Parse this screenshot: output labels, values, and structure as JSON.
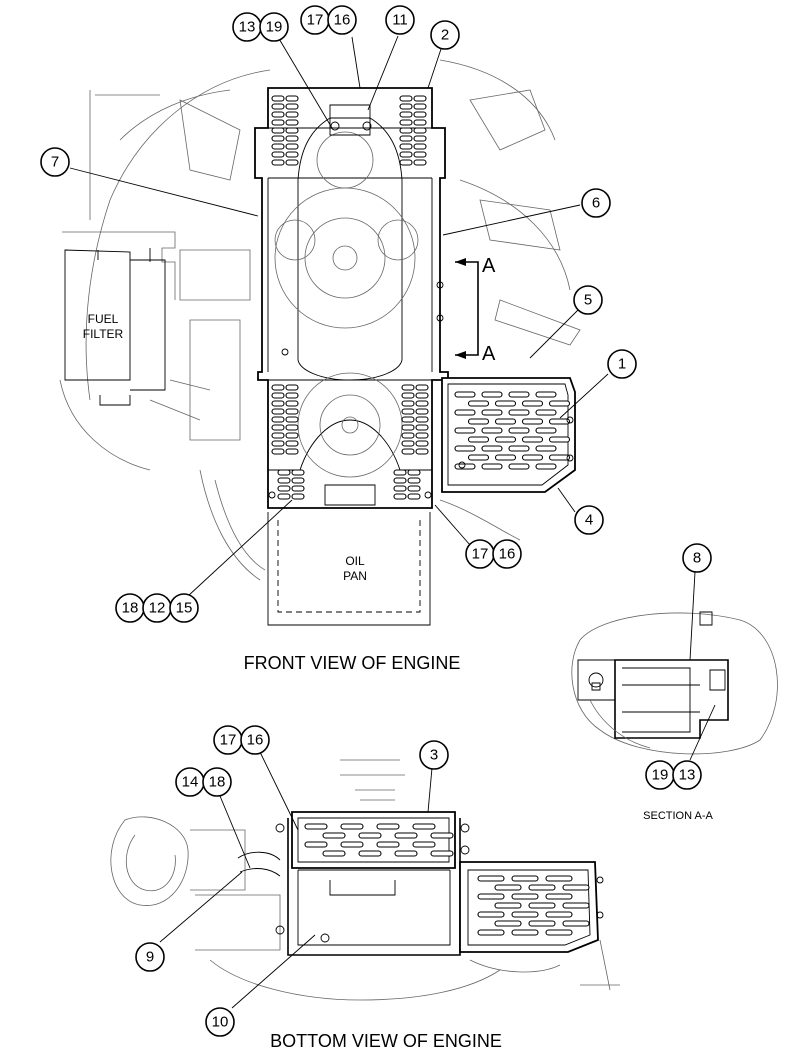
{
  "captions": {
    "front_view": "FRONT VIEW OF ENGINE",
    "bottom_view": "BOTTOM VIEW OF ENGINE",
    "section": "SECTION A-A"
  },
  "labels": {
    "fuel_filter_line1": "FUEL",
    "fuel_filter_line2": "FILTER",
    "oil_pan_line1": "OIL",
    "oil_pan_line2": "PAN",
    "section_mark": "A"
  },
  "callouts": [
    {
      "id": "c-13-top",
      "num": "13"
    },
    {
      "id": "c-19-top",
      "num": "19"
    },
    {
      "id": "c-17-top",
      "num": "17"
    },
    {
      "id": "c-16-top",
      "num": "16"
    },
    {
      "id": "c-11",
      "num": "11"
    },
    {
      "id": "c-2",
      "num": "2"
    },
    {
      "id": "c-7",
      "num": "7"
    },
    {
      "id": "c-6",
      "num": "6"
    },
    {
      "id": "c-5",
      "num": "5"
    },
    {
      "id": "c-1",
      "num": "1"
    },
    {
      "id": "c-4",
      "num": "4"
    },
    {
      "id": "c-17-mid",
      "num": "17"
    },
    {
      "id": "c-16-mid",
      "num": "16"
    },
    {
      "id": "c-18-mid",
      "num": "18"
    },
    {
      "id": "c-12",
      "num": "12"
    },
    {
      "id": "c-15",
      "num": "15"
    },
    {
      "id": "c-8",
      "num": "8"
    },
    {
      "id": "c-19-sec",
      "num": "19"
    },
    {
      "id": "c-13-sec",
      "num": "13"
    },
    {
      "id": "c-17-bot",
      "num": "17"
    },
    {
      "id": "c-16-bot",
      "num": "16"
    },
    {
      "id": "c-3",
      "num": "3"
    },
    {
      "id": "c-14",
      "num": "14"
    },
    {
      "id": "c-18-bot",
      "num": "18"
    },
    {
      "id": "c-9",
      "num": "9"
    },
    {
      "id": "c-10",
      "num": "10"
    }
  ]
}
